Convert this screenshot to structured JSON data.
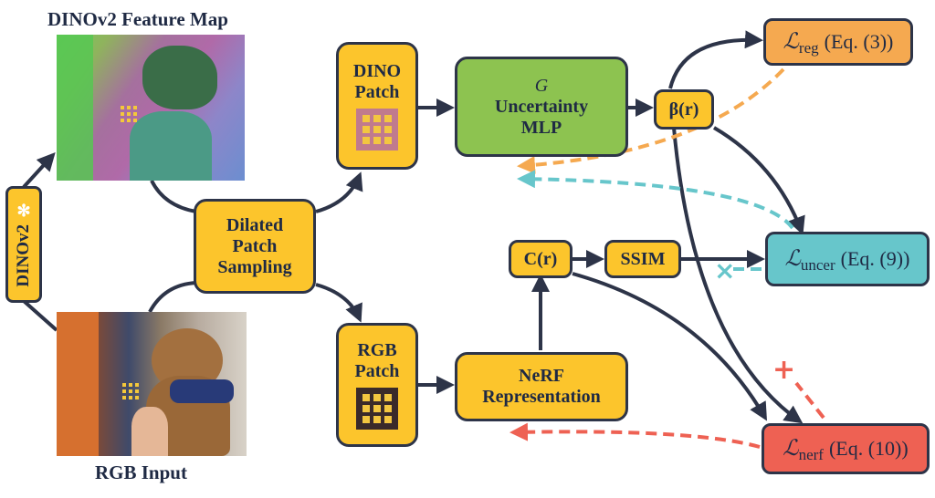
{
  "labels": {
    "feature_map_title": "DINOv2 Feature Map",
    "rgb_input_title": "RGB Input"
  },
  "nodes": {
    "dinov2": "DINOv2",
    "dilated_line1": "Dilated",
    "dilated_line2": "Patch",
    "dilated_line3": "Sampling",
    "dino_patch_line1": "DINO",
    "dino_patch_line2": "Patch",
    "rgb_patch_line1": "RGB",
    "rgb_patch_line2": "Patch",
    "g_symbol": "G",
    "mlp_line1": "Uncertainty",
    "mlp_line2": "MLP",
    "beta": "β(r)",
    "color": "C(r)",
    "ssim": "SSIM",
    "nerf_line1": "NeRF",
    "nerf_line2": "Representation"
  },
  "losses": {
    "reg": {
      "symbol": "ℒ",
      "sub": "reg",
      "eq": "(Eq. (3))"
    },
    "uncer": {
      "symbol": "ℒ",
      "sub": "uncer",
      "eq": "(Eq. (9))"
    },
    "nerf": {
      "symbol": "ℒ",
      "sub": "nerf",
      "eq": "(Eq. (10))"
    }
  },
  "marks": {
    "cross": "×",
    "plus": "+"
  },
  "icons": {
    "snowflake": "snowflake-icon"
  },
  "colors": {
    "node_yellow": "#fcc52c",
    "mlp_green": "#8dc350",
    "loss_orange": "#f5a950",
    "loss_teal": "#67c6cb",
    "loss_red": "#ee6153",
    "line_dark": "#2d3448"
  }
}
